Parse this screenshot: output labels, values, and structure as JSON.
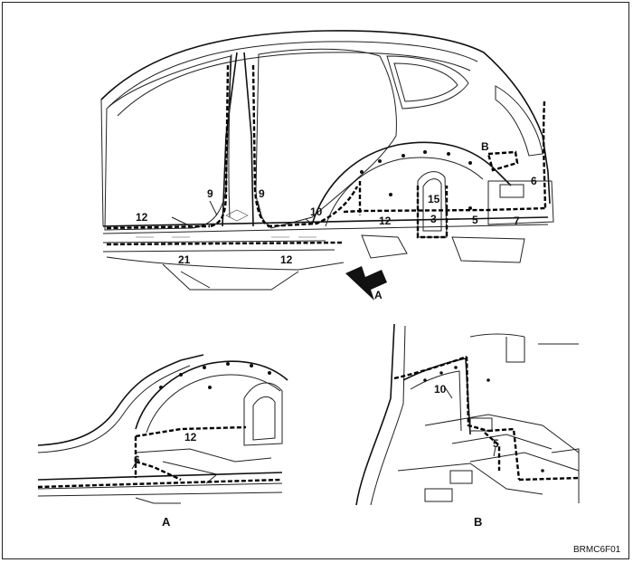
{
  "main_view": {
    "labels": {
      "pillar_left": "9",
      "pillar_right": "9",
      "rocker_front": "12",
      "wheelhouse_arch": "10",
      "rocker_rear": "12",
      "rocker_lower": "12",
      "floor_lower": "21",
      "inner_panel": "15",
      "inner_lower": "3",
      "rear_floor": "5",
      "rear_end": "7",
      "quarter_rear": "6",
      "detail_b_marker": "B",
      "arrow_marker": "A"
    }
  },
  "detail_a": {
    "caption": "A",
    "labels": {
      "rail": "12",
      "post": "6"
    }
  },
  "detail_b": {
    "caption": "B",
    "labels": {
      "arch": "10",
      "floor": "5"
    }
  },
  "figure_code": "BRMC6F01"
}
